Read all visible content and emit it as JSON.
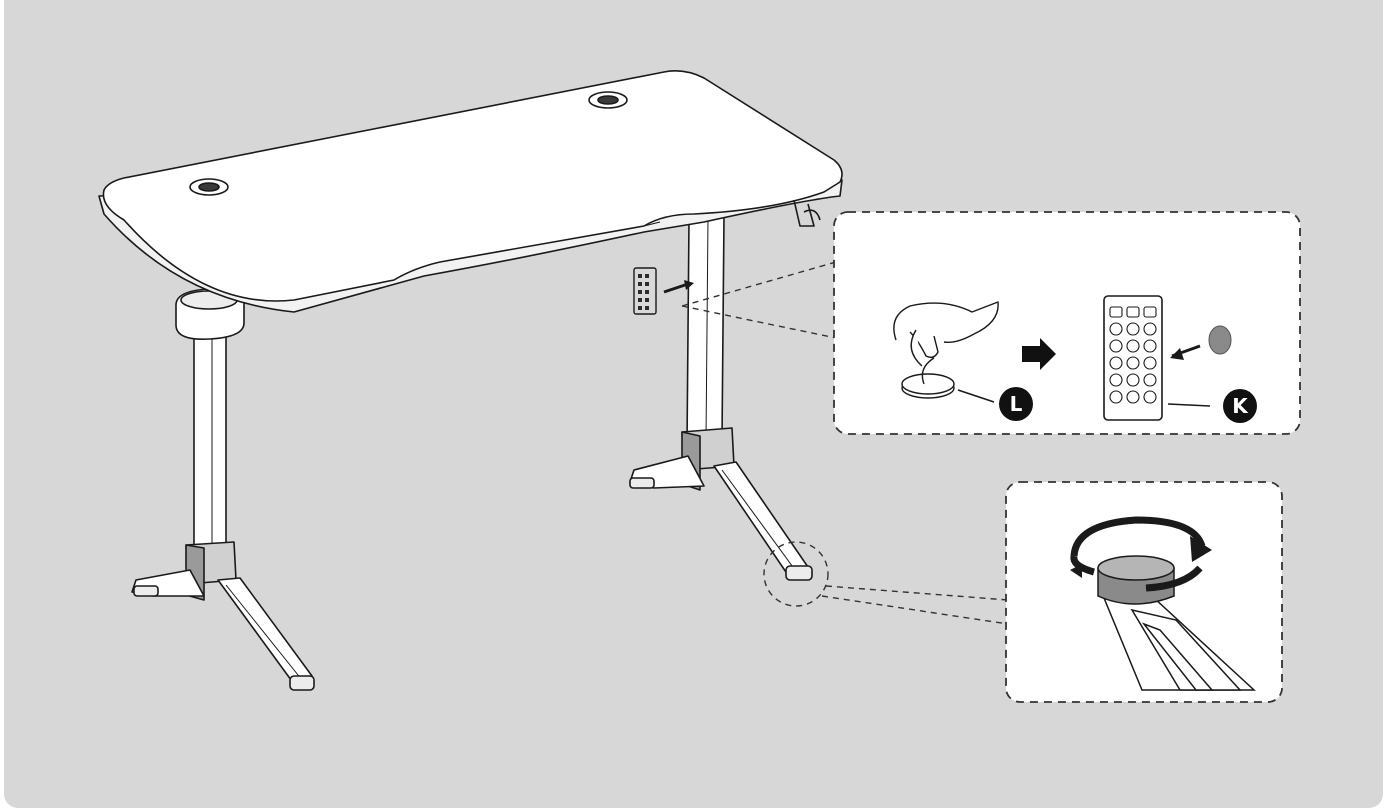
{
  "diagram": {
    "callouts": {
      "battery_step": {
        "label": "L",
        "part": "battery-pull-tab"
      },
      "remote_step": {
        "label": "K",
        "part": "remote-control"
      }
    },
    "colors": {
      "background": "#d7d7d7",
      "line": "#1a1a1a",
      "surface": "#ffffff",
      "badge": "#111111",
      "foot_pad": "#8a8a8a"
    },
    "icons": [
      "desk-illustration",
      "arrow-right-icon",
      "rotate-arrows-icon",
      "remote-control-icon"
    ]
  }
}
